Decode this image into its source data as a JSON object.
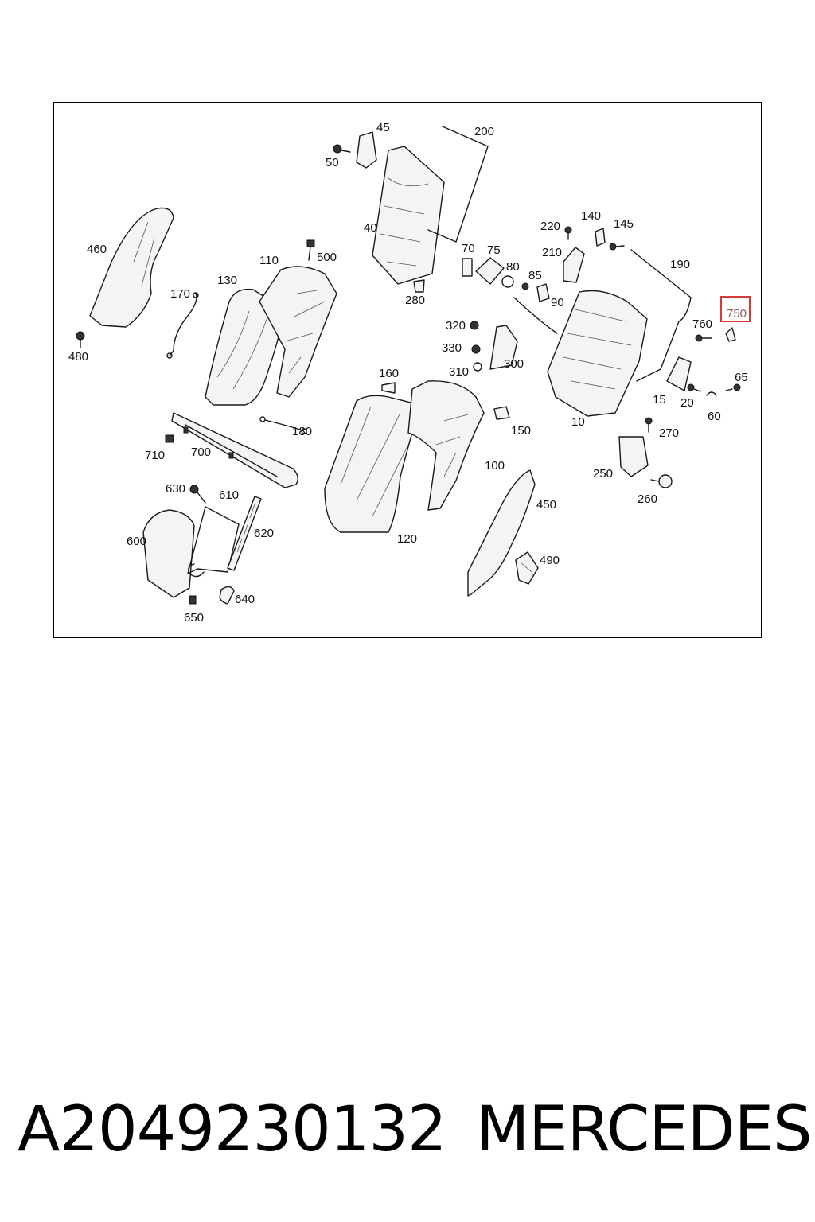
{
  "diagram": {
    "callouts": [
      "45",
      "200",
      "50",
      "40",
      "460",
      "110",
      "500",
      "130",
      "170",
      "280",
      "220",
      "140",
      "145",
      "210",
      "190",
      "70",
      "75",
      "80",
      "85",
      "90",
      "750",
      "760",
      "480",
      "320",
      "330",
      "300",
      "310",
      "160",
      "65",
      "15",
      "20",
      "60",
      "10",
      "270",
      "180",
      "710",
      "700",
      "150",
      "100",
      "250",
      "260",
      "630",
      "610",
      "620",
      "450",
      "600",
      "120",
      "490",
      "640",
      "650"
    ],
    "highlighted_callout": "750",
    "highlight_color": "#d63a3a"
  },
  "footer": {
    "part_number": "A2049230132",
    "brand": "MERCEDES"
  }
}
